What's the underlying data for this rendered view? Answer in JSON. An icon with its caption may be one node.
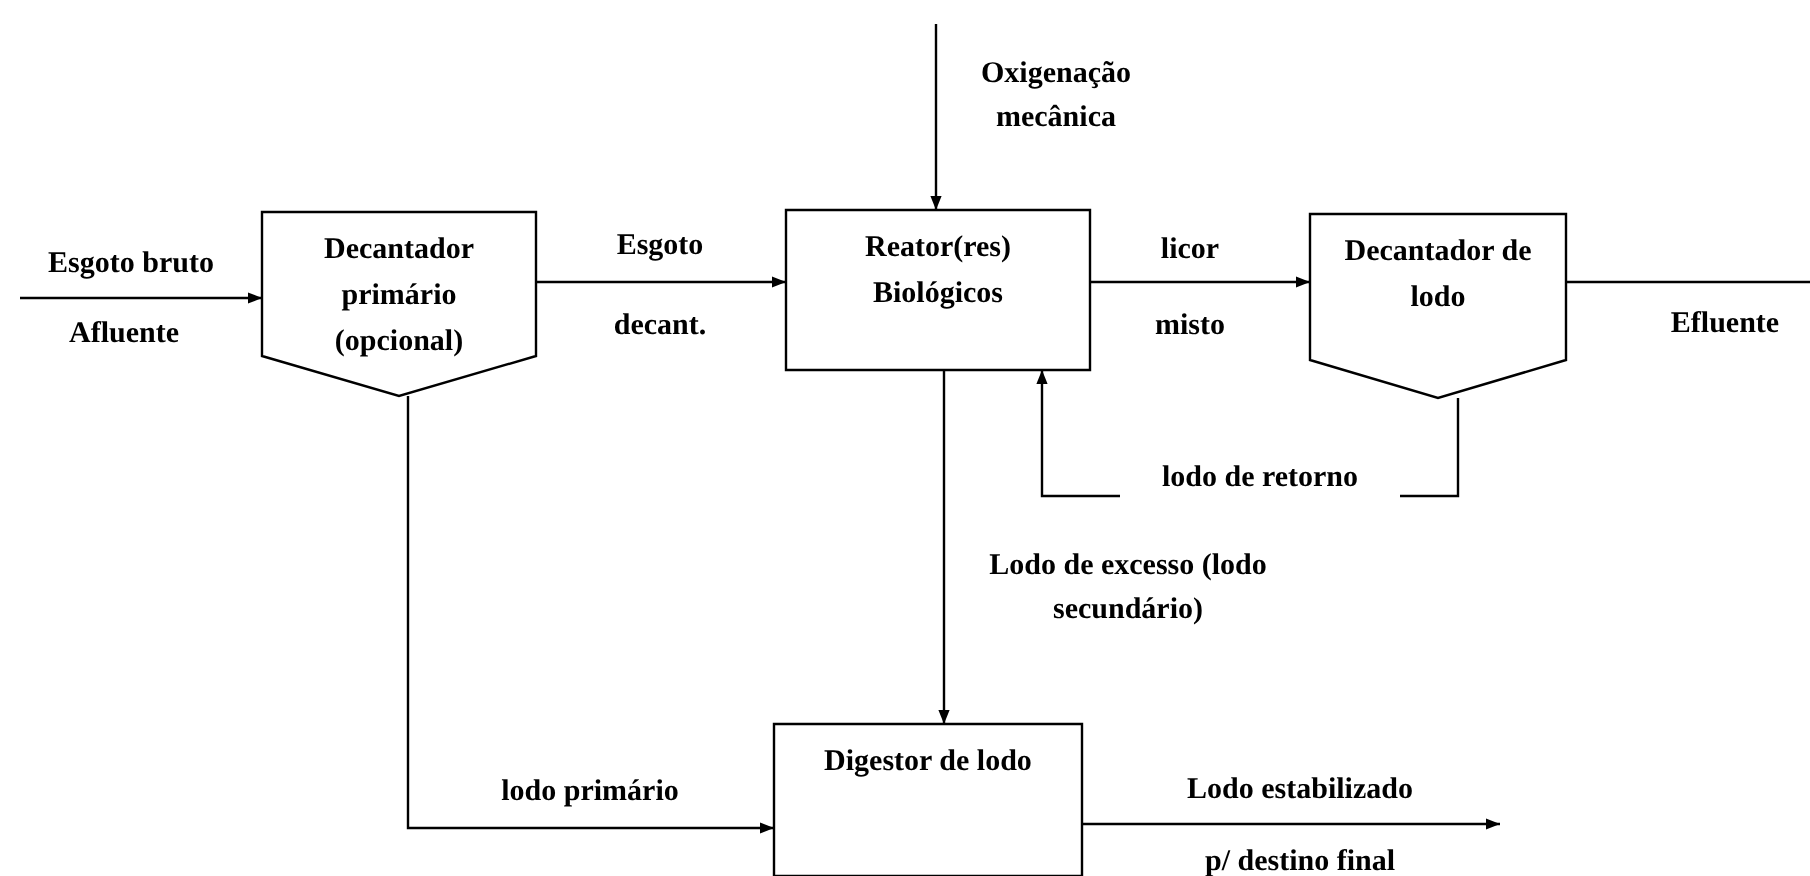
{
  "diagram": {
    "nodes": [
      {
        "text": [
          "Decantador primário (opcional)"
        ]
      },
      {
        "text": [
          "Reator(res) Biológicos"
        ]
      },
      {
        "text": [
          "Decantador de lodo"
        ]
      },
      {
        "text": [
          "Digestor de lodo"
        ]
      }
    ],
    "edges": [
      {
        "from": null,
        "to": 0,
        "arrow": "to",
        "label": "Esgoto bruto"
      },
      {
        "from": 0,
        "to": 1,
        "arrow": "to",
        "label": "Esgoto"
      },
      {
        "from": null,
        "to": 1,
        "arrow": "to",
        "label": "Oxigenação mecânica"
      },
      {
        "from": 1,
        "to": 2,
        "arrow": "to",
        "label": "licor"
      },
      {
        "from": 2,
        "to": null,
        "arrow": "none",
        "label": "Efluente"
      },
      {
        "from": 2,
        "to": 1,
        "arrow": "to",
        "label": "lodo de retorno"
      },
      {
        "from": 1,
        "to": 3,
        "arrow": "to",
        "label": "Lodo de excesso (lodo secundário)"
      },
      {
        "from": 0,
        "to": 3,
        "arrow": "to",
        "label": "lodo primário"
      },
      {
        "from": 3,
        "to": null,
        "arrow": "to",
        "label": "Lodo estabilizado"
      }
    ],
    "labels": [
      "Afluente",
      "decant.",
      "misto",
      "p/ destino final"
    ]
  }
}
